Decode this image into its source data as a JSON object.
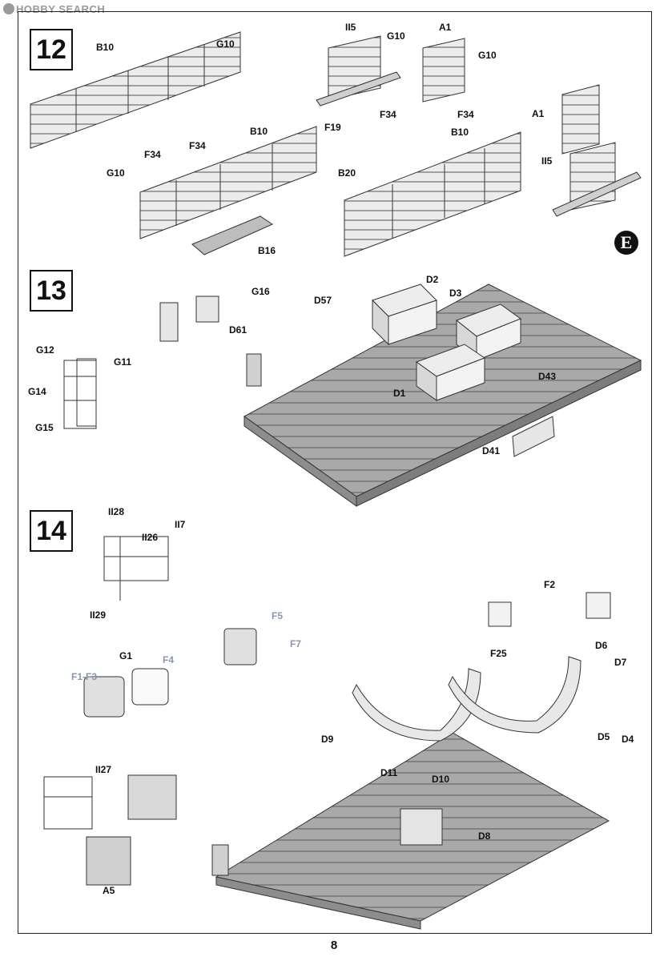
{
  "watermark": {
    "text": "HOBBY SEARCH"
  },
  "page_number": "8",
  "badge": {
    "text": "E"
  },
  "steps": [
    {
      "number": "12"
    },
    {
      "number": "13"
    },
    {
      "number": "14"
    }
  ],
  "labels": {
    "s12": [
      "B10",
      "G10",
      "F34",
      "G10",
      "F34",
      "B10",
      "F19",
      "B20",
      "B16",
      "II5",
      "G10",
      "F34",
      "A1",
      "G10",
      "F34",
      "B10",
      "A1",
      "II5"
    ],
    "s13": [
      "G16",
      "D61",
      "G12",
      "G11",
      "G14",
      "G15",
      "D57",
      "D2",
      "D3",
      "D43",
      "D1",
      "D41"
    ],
    "s14": [
      "II28",
      "II7",
      "II26",
      "II29",
      "F5",
      "F7",
      "G1",
      "F4",
      "F1-F3",
      "F2",
      "F25",
      "D6",
      "D7",
      "D9",
      "D11",
      "D10",
      "D5",
      "D4",
      "D8",
      "II27",
      "A5"
    ]
  }
}
